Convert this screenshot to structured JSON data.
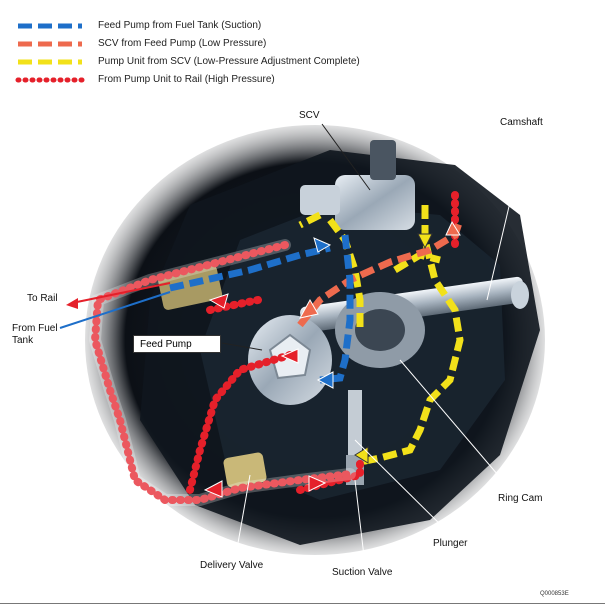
{
  "legend": [
    {
      "label": "Feed Pump from Fuel Tank (Suction)",
      "color": "#1e6fc9"
    },
    {
      "label": "SCV from Feed Pump (Low Pressure)",
      "color": "#ee6a4e"
    },
    {
      "label": "Pump Unit from SCV (Low-Pressure Adjustment Complete)",
      "color": "#f2e11a"
    },
    {
      "label": "From Pump Unit to Rail (High Pressure)",
      "color": "#e5202a"
    }
  ],
  "labels": {
    "scv": "SCV",
    "camshaft": "Camshaft",
    "to_rail": "To Rail",
    "from_fuel_tank": "From Fuel\nTank",
    "feed_pump": "Feed Pump",
    "ring_cam": "Ring Cam",
    "plunger": "Plunger",
    "delivery_valve": "Delivery Valve",
    "suction_valve": "Suction Valve"
  },
  "figure_code": "Q000853E"
}
